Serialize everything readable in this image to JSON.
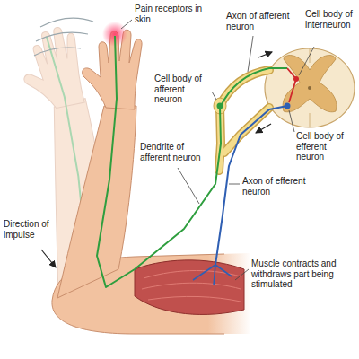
{
  "diagram": {
    "labels": [
      "Pain receptors in skin",
      "Axon of afferent neuron",
      "Cell body of interneuron",
      "Cell body of afferent neuron",
      "Cell body of efferent neuron",
      "Dendrite of afferent neuron",
      "Axon of efferent neuron",
      "Direction of impulse",
      "Muscle contracts and withdraws part being stimulated"
    ]
  }
}
